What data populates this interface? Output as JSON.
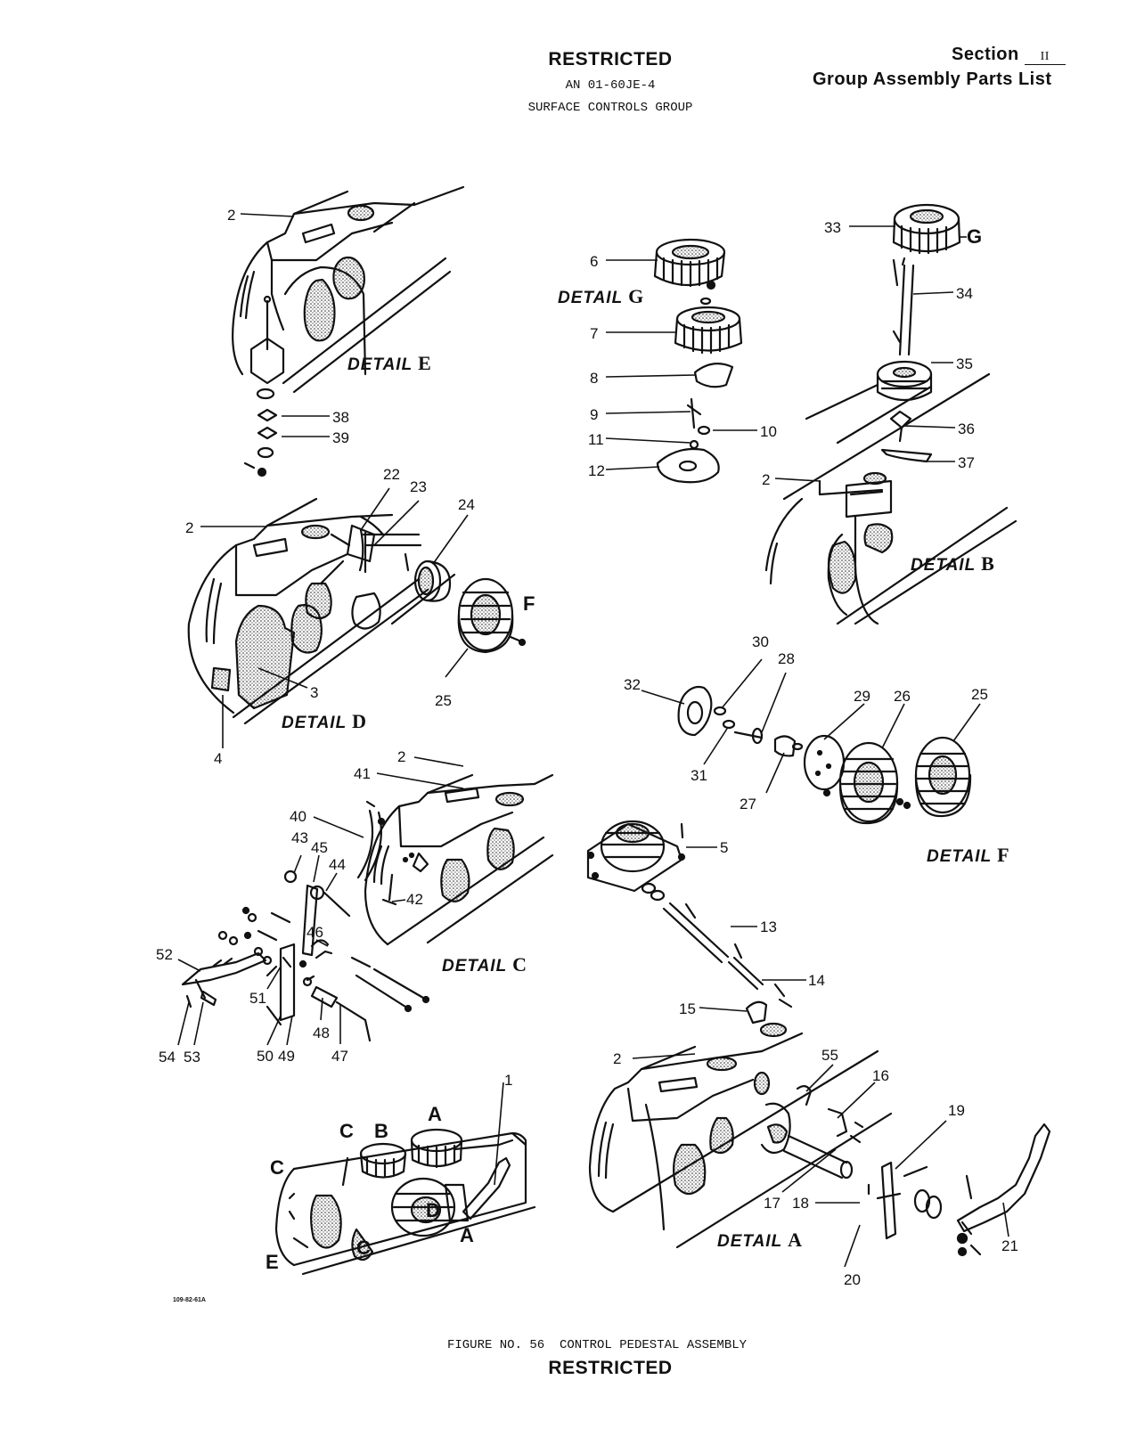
{
  "header": {
    "restricted_top": "RESTRICTED",
    "doc_number": "AN 01-60JE-4",
    "group": "SURFACE CONTROLS GROUP",
    "section_prefix": "Section",
    "section_number": "II",
    "section_title": "Group Assembly Parts List"
  },
  "details": {
    "E": "DETAIL E",
    "G": "DETAIL G",
    "B": "DETAIL B",
    "D": "DETAIL D",
    "F": "DETAIL F",
    "C": "DETAIL C",
    "A": "DETAIL A"
  },
  "callouts": {
    "c1": "1",
    "c2": "2",
    "c3": "3",
    "c4": "4",
    "c5": "5",
    "c6": "6",
    "c7": "7",
    "c8": "8",
    "c9": "9",
    "c10": "10",
    "c11": "11",
    "c12": "12",
    "c13": "13",
    "c14": "14",
    "c15": "15",
    "c16": "16",
    "c17": "17",
    "c18": "18",
    "c19": "19",
    "c20": "20",
    "c21": "21",
    "c22": "22",
    "c23": "23",
    "c24": "24",
    "c25": "25",
    "c26": "26",
    "c27": "27",
    "c28": "28",
    "c29": "29",
    "c30": "30",
    "c31": "31",
    "c32": "32",
    "c33": "33",
    "c34": "34",
    "c35": "35",
    "c36": "36",
    "c37": "37",
    "c38": "38",
    "c39": "39",
    "c40": "40",
    "c41": "41",
    "c42": "42",
    "c43": "43",
    "c44": "44",
    "c45": "45",
    "c46": "46",
    "c47": "47",
    "c48": "48",
    "c49": "49",
    "c50": "50",
    "c51": "51",
    "c52": "52",
    "c53": "53",
    "c54": "54",
    "c55": "55"
  },
  "letters": {
    "A": "A",
    "B": "B",
    "C": "C",
    "D": "D",
    "E": "E",
    "F": "F",
    "G": "G"
  },
  "drawing_code": "109-82-61A",
  "footer": {
    "caption": "FIGURE NO. 56  CONTROL PEDESTAL ASSEMBLY",
    "restricted_bottom": "RESTRICTED"
  }
}
